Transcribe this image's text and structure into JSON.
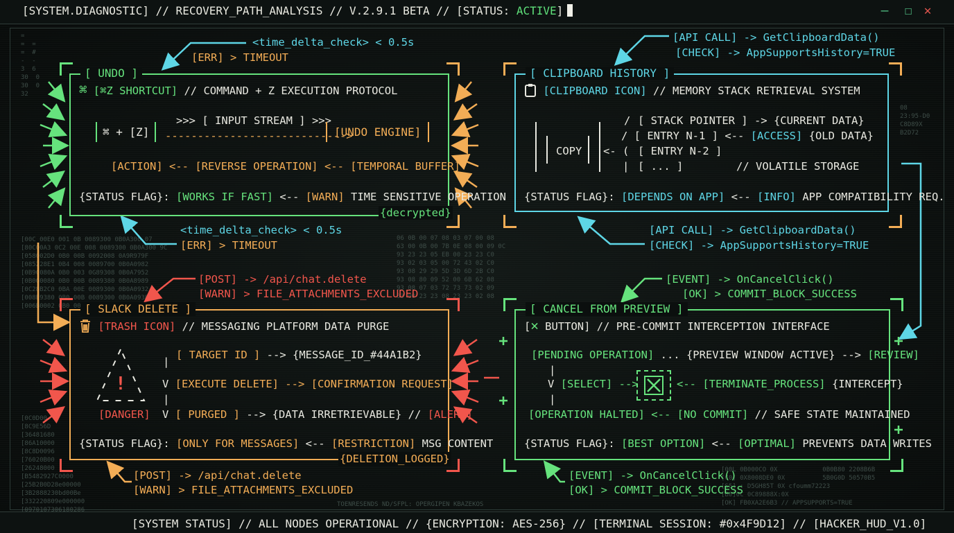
{
  "window": {
    "title_prefix": "[SYSTEM.DIAGNOSTIC] // RECOVERY_PATH_ANALYSIS // V.2.9.1 BETA // [STATUS: ",
    "status": "ACTIVE",
    "title_suffix": "]",
    "controls": {
      "minimize": "—",
      "maximize": "☐",
      "close": "✕"
    }
  },
  "colors": {
    "green": "#66e37d",
    "orange": "#f3ad56",
    "cyan": "#5ed6e6",
    "red": "#f1564c",
    "white": "#e8e8e0"
  },
  "undo": {
    "label": "[ UNDO ]",
    "header_icon": "⌘",
    "header_tag": "[⌘Z SHORTCUT]",
    "header_text": " // COMMAND + Z EXECUTION PROTOCOL",
    "key_box": "⌘ + [Z]",
    "stream": ">>> [ INPUT STREAM ] >>>",
    "dashes": "---------------------------->",
    "engine": "[UNDO ENGINE]",
    "action": "[ACTION] <-- [REVERSE OPERATION] <-- [TEMPORAL BUFFER]",
    "status_label": "{STATUS FLAG}:",
    "status_value": "[WORKS IF FAST]",
    "status_arrow": " <-- ",
    "status_warn": "[WARN]",
    "status_tail": " TIME SENSITIVE OPERATION",
    "badge": "{decrypted}",
    "anno_top_1": "<time_delta_check> < 0.5s",
    "anno_top_2": "[ERR] > TIMEOUT",
    "anno_bot_1": "<time_delta_check> < 0.5s",
    "anno_bot_2": "[ERR] > TIMEOUT"
  },
  "clipboard": {
    "label": "[ CLIPBOARD HISTORY ]",
    "header_tag": "[CLIPBOARD ICON]",
    "header_text": " // MEMORY STACK RETRIEVAL SYSTEM",
    "copy": "COPY",
    "stack_pointer": "[ STACK POINTER ] -> {CURRENT DATA}",
    "entry1_a": "[ ENTRY N-1 ] <-- ",
    "entry1_b": "[ACCESS]",
    "entry1_c": " {OLD DATA}",
    "entry2": "[ ENTRY N-2 ]",
    "entry3": "[ ... ]",
    "volatile": "// VOLATILE STORAGE",
    "status_label": "{STATUS FLAG}:",
    "status_value": "[DEPENDS ON APP]",
    "status_arrow": " <-- ",
    "status_info": "[INFO]",
    "status_tail": " APP COMPATIBILITY REQ.",
    "anno_top_1": "[API CALL] -> GetClipboardData()",
    "anno_top_2": "[CHECK] -> AppSupportsHistory=TRUE",
    "anno_bot_1": "[API CALL] -> GetClipboardData()",
    "anno_bot_2": "[CHECK] -> AppSupportsHistory=TRUE"
  },
  "slack": {
    "label": "[ SLACK DELETE ]",
    "header_tag": "[TRASH ICON]",
    "header_text": " // MESSAGING PLATFORM DATA PURGE",
    "danger": "[DANGER]",
    "target_a": "[ TARGET ID ]",
    "target_b": " --> {MESSAGE_ID_#44A1B2}",
    "exec_a": "V  ",
    "exec_b": "[EXECUTE DELETE] --> [CONFIRMATION REQUEST]",
    "purged_a": "V  ",
    "purged_b": "[ PURGED ]",
    "purged_c": " --> {DATA IRRETRIEVABLE} // ",
    "purged_d": "[ALERT]",
    "status_label": "{STATUS FLAG}:",
    "status_value": "[ONLY FOR MESSAGES]",
    "status_arrow": " <-- ",
    "status_restr": "[RESTRICTION]",
    "status_tail": " MSG CONTENT",
    "badge": "{DELETION_LOGGED}",
    "anno_top_1": "[POST] -> /api/chat.delete",
    "anno_top_2": "[WARN]  > FILE_ATTACHMENTS_EXCLUDED",
    "anno_bot_1": "[POST] -> /api/chat.delete",
    "anno_bot_2": "[WARN] > FILE_ATTACHMENTS_EXCLUDED"
  },
  "cancel": {
    "label": "[ CANCEL FROM PREVIEW ]",
    "header_icon": "✕",
    "header_tag": " BUTTON]",
    "header_text": " // PRE-COMMIT INTERCEPTION INTERFACE",
    "pending_a": "[PENDING OPERATION]",
    "pending_b": " ... {PREVIEW WINDOW ACTIVE} --> ",
    "pending_c": "[REVIEW]",
    "select_a": "V  ",
    "select_b": "[SELECT] -->",
    "select_c": "<-- [TERMINATE_PROCESS]",
    "select_d": " {INTERCEPT}",
    "halted_a": "[OPERATION HALTED] <-- [NO COMMIT]",
    "halted_b": " // SAFE STATE MAINTAINED",
    "status_label": "{STATUS FLAG}:",
    "status_value": "[BEST OPTION]",
    "status_arrow": " <-- ",
    "status_opt": "[OPTIMAL]",
    "status_tail": " PREVENTS DATA WRITES",
    "anno_top_1": "[EVENT] -> OnCancelClick()",
    "anno_top_2": "[OK]  > COMMIT_BLOCK_SUCCESS",
    "anno_bot_1": "[EVENT] -> OnCancelClick()",
    "anno_bot_2": "[OK] > COMMIT_BLOCK_SUCCESS"
  },
  "footer": "[SYSTEM STATUS] // ALL NODES OPERATIONAL // {ENCRYPTION: AES-256} // [TERMINAL SESSION: #0x4F9D12] // [HACKER_HUD_V1.0]"
}
